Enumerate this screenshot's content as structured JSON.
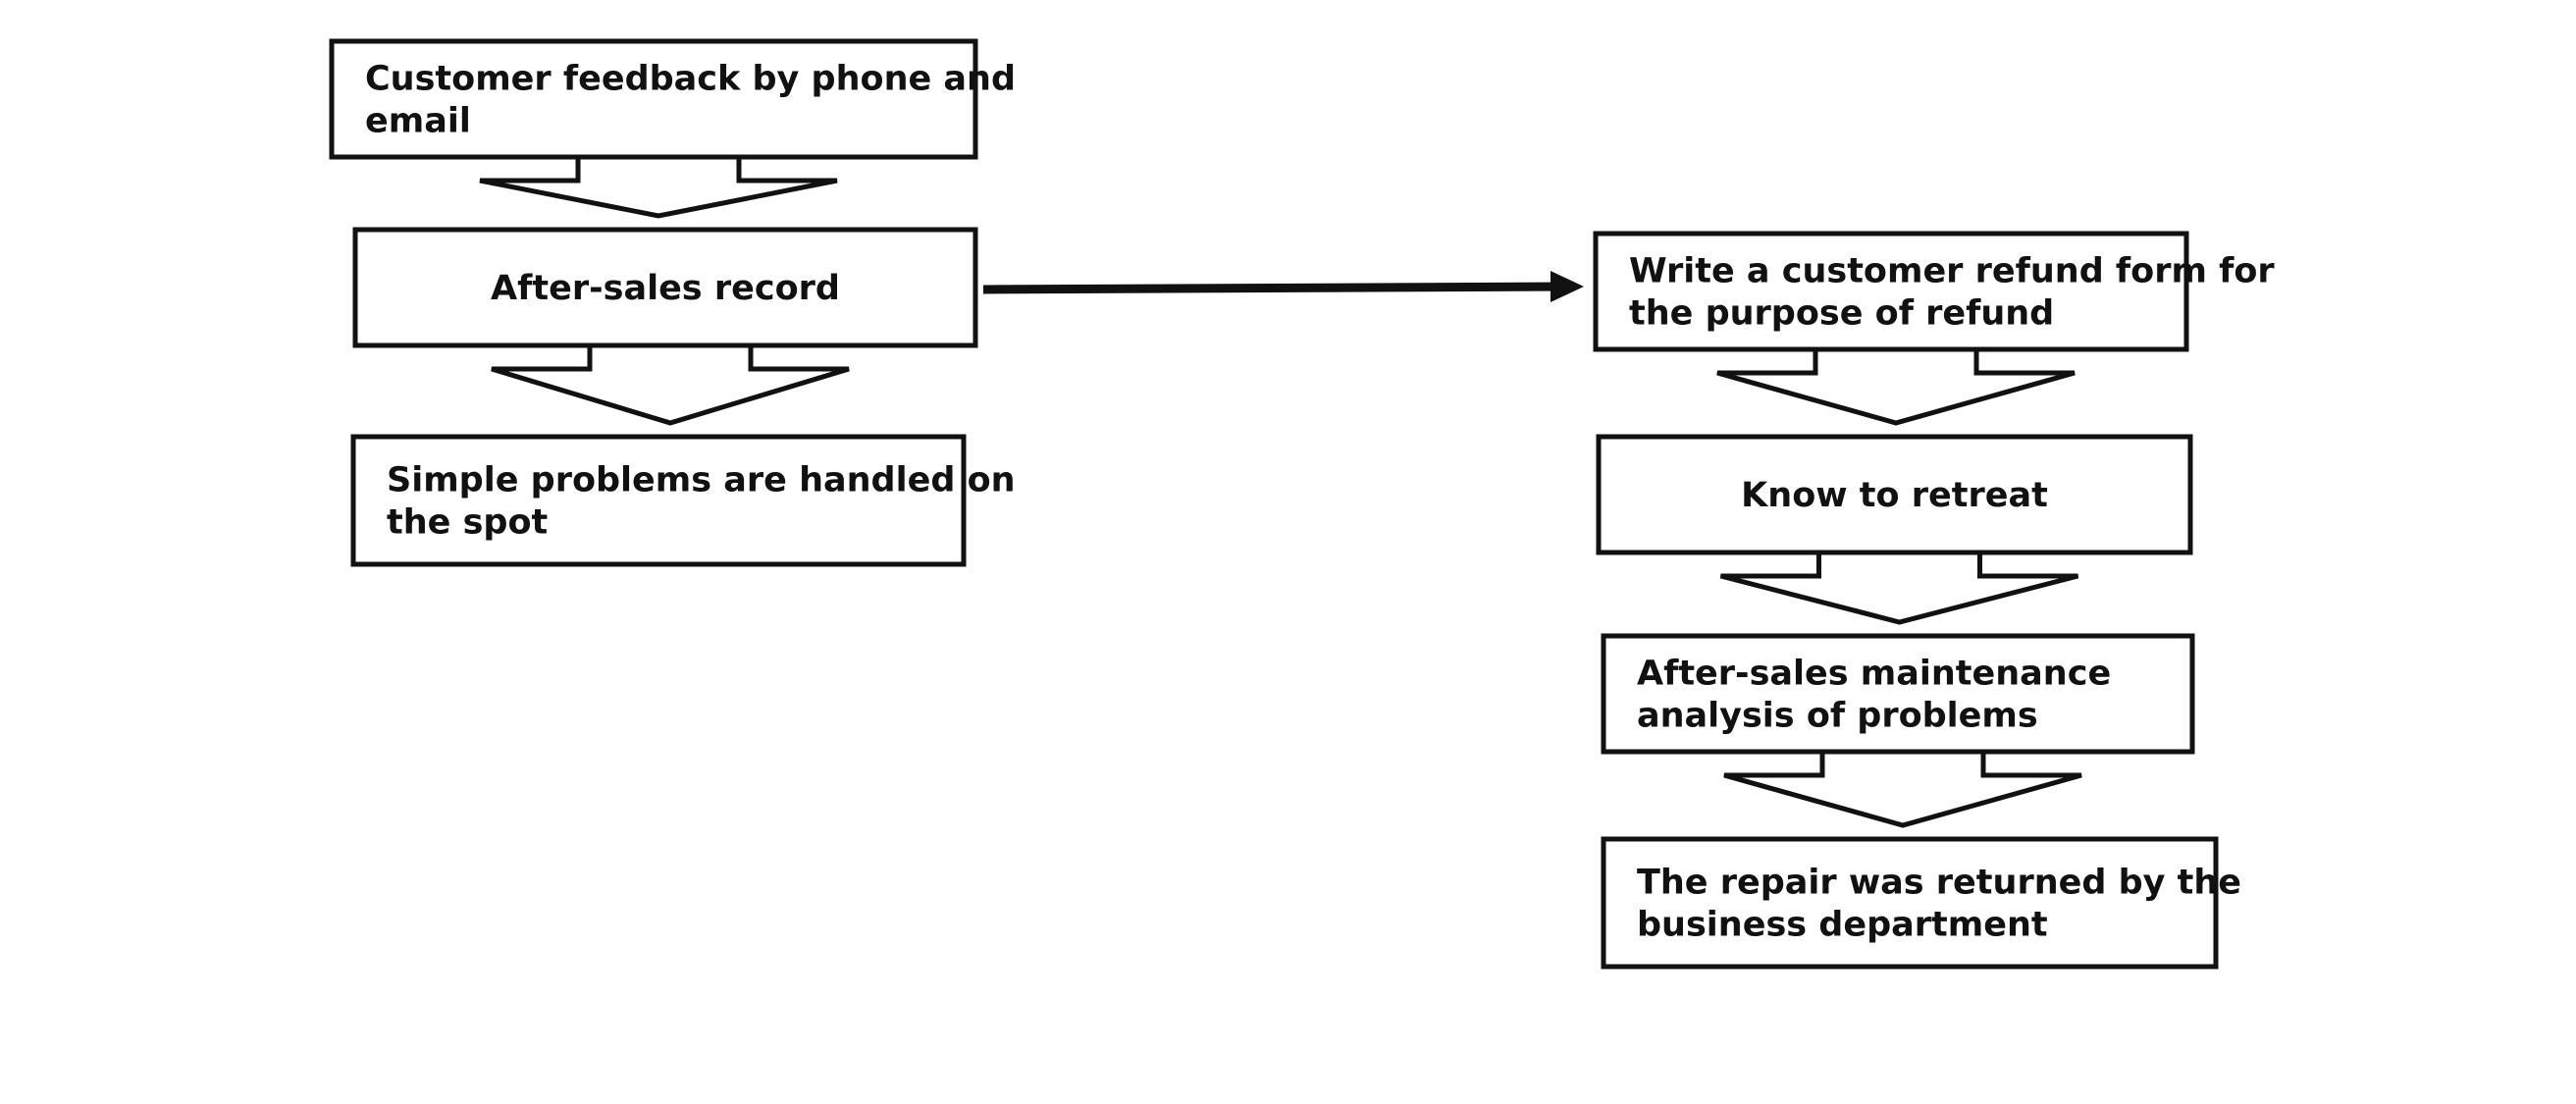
{
  "diagram": {
    "nodes": [
      {
        "id": "customer-feedback",
        "lines": [
          "Customer feedback by phone and",
          "email"
        ],
        "align": "left"
      },
      {
        "id": "after-sales-record",
        "lines": [
          "After-sales record"
        ],
        "align": "center"
      },
      {
        "id": "simple-problems",
        "lines": [
          "Simple problems are handled on",
          "the spot"
        ],
        "align": "left"
      },
      {
        "id": "write-refund-form",
        "lines": [
          "Write a customer refund form for",
          "the purpose of refund"
        ],
        "align": "left"
      },
      {
        "id": "know-to-retreat",
        "lines": [
          "Know to retreat"
        ],
        "align": "center"
      },
      {
        "id": "maintenance-analysis",
        "lines": [
          "After-sales maintenance",
          "analysis of problems"
        ],
        "align": "left"
      },
      {
        "id": "repair-returned",
        "lines": [
          "The repair was returned by the",
          "business department"
        ],
        "align": "left"
      }
    ],
    "edges": [
      {
        "from": "customer-feedback",
        "to": "after-sales-record",
        "style": "block-arrow"
      },
      {
        "from": "after-sales-record",
        "to": "simple-problems",
        "style": "block-arrow"
      },
      {
        "from": "after-sales-record",
        "to": "write-refund-form",
        "style": "line-arrow"
      },
      {
        "from": "write-refund-form",
        "to": "know-to-retreat",
        "style": "block-arrow"
      },
      {
        "from": "know-to-retreat",
        "to": "maintenance-analysis",
        "style": "block-arrow"
      },
      {
        "from": "maintenance-analysis",
        "to": "repair-returned",
        "style": "block-arrow"
      }
    ],
    "colors": {
      "stroke": "#111111",
      "fill": "#ffffff",
      "text": "#111111"
    }
  }
}
